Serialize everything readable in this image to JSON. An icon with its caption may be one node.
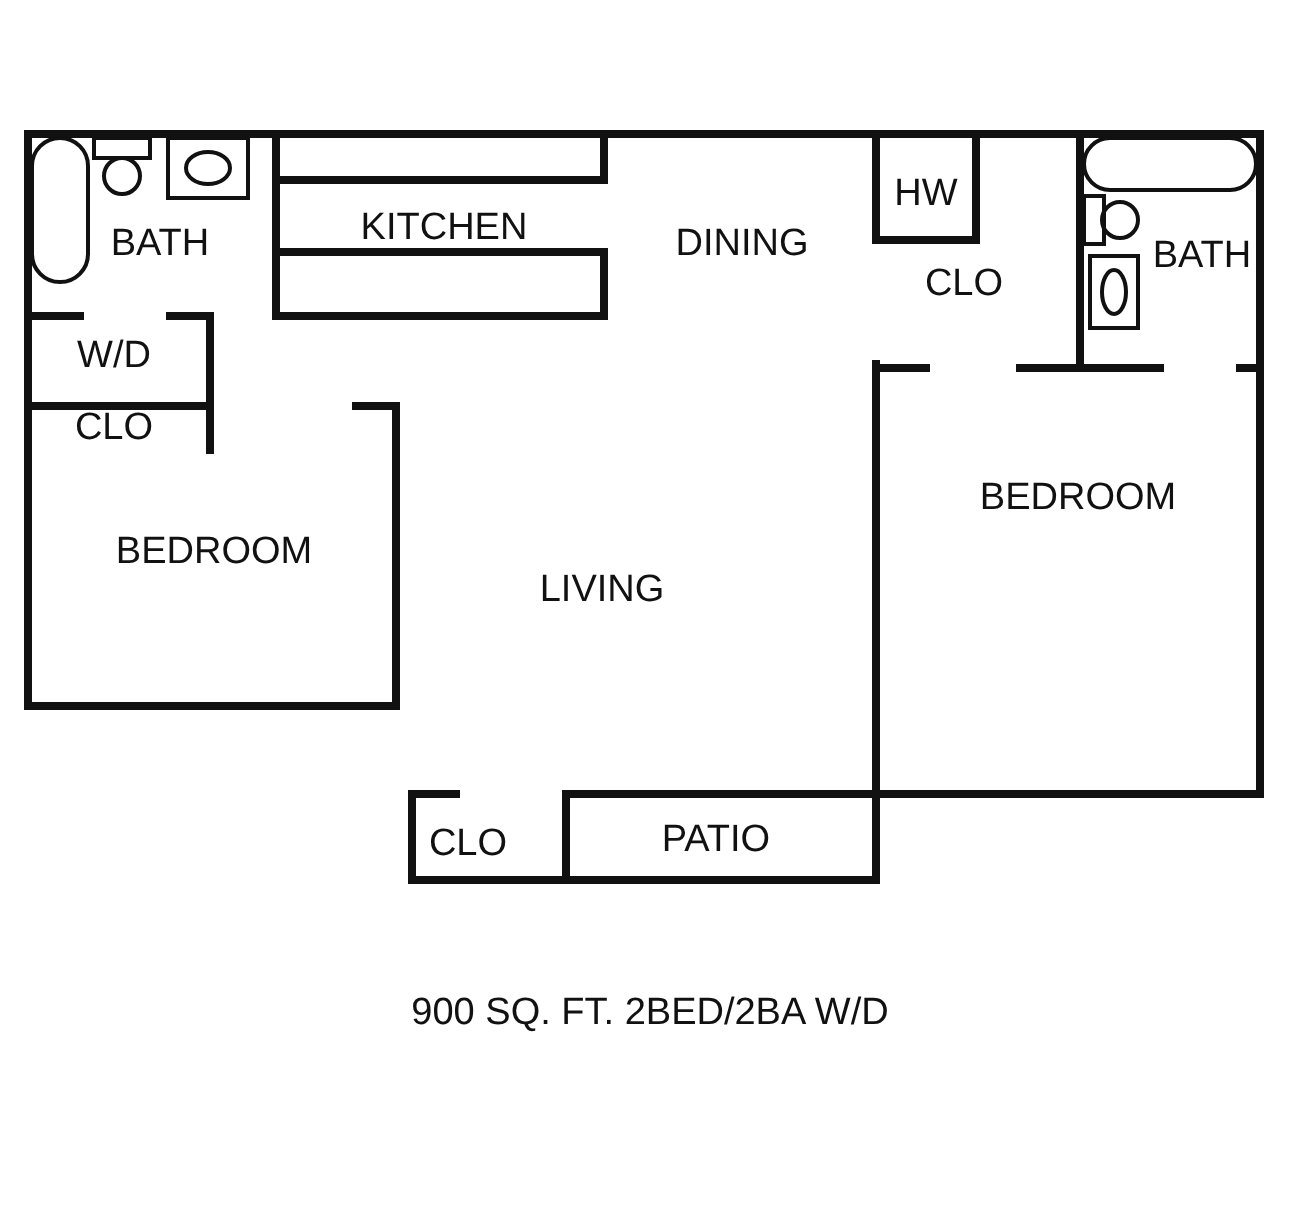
{
  "diagram": {
    "caption": "900 SQ. FT. 2BED/2BA W/D",
    "labels": [
      "BATH",
      "KITCHEN",
      "DINING",
      "HW",
      "BATH",
      "CLO",
      "W/D",
      "CLO",
      "BEDROOM",
      "BEDROOM",
      "LIVING",
      "CLO",
      "PATIO"
    ]
  }
}
